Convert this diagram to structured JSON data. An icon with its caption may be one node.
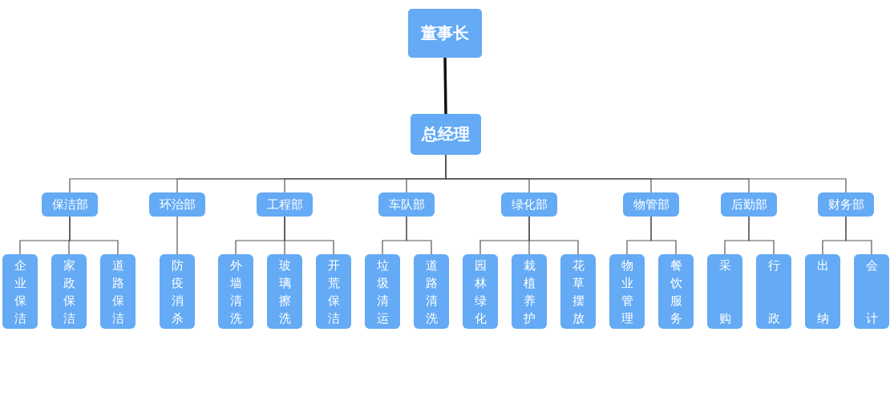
{
  "diagram": {
    "nodes": [
      {
        "text": [
          "董事长"
        ]
      },
      {
        "text": [
          "总经理"
        ]
      },
      {
        "text": [
          "保洁部"
        ]
      },
      {
        "text": [
          "环治部"
        ]
      },
      {
        "text": [
          "工程部"
        ]
      },
      {
        "text": [
          "车队部"
        ]
      },
      {
        "text": [
          "绿化部"
        ]
      },
      {
        "text": [
          "物管部"
        ]
      },
      {
        "text": [
          "后勤部"
        ]
      },
      {
        "text": [
          "财务部"
        ]
      },
      {
        "text": [
          "企业保洁"
        ]
      },
      {
        "text": [
          "家政保洁"
        ]
      },
      {
        "text": [
          "道路保洁"
        ]
      },
      {
        "text": [
          "防疫消杀"
        ]
      },
      {
        "text": [
          "外墙清洗"
        ]
      },
      {
        "text": [
          "玻璃擦洗"
        ]
      },
      {
        "text": [
          "开荒保洁"
        ]
      },
      {
        "text": [
          "垃圾清运"
        ]
      },
      {
        "text": [
          "道路清洗"
        ]
      },
      {
        "text": [
          "园林绿化"
        ]
      },
      {
        "text": [
          "栽植养护"
        ]
      },
      {
        "text": [
          "花草摆放"
        ]
      },
      {
        "text": [
          "物业管理"
        ]
      },
      {
        "text": [
          "餐饮服务"
        ]
      },
      {
        "text": [
          "采购"
        ]
      },
      {
        "text": [
          "行政"
        ]
      },
      {
        "text": [
          "出纳"
        ]
      },
      {
        "text": [
          "会计"
        ]
      }
    ],
    "edges": [
      {
        "from": 0,
        "to": 1,
        "arrow": "none",
        "style": "thick"
      },
      {
        "from": 1,
        "to": 2,
        "arrow": "none"
      },
      {
        "from": 1,
        "to": 3,
        "arrow": "none"
      },
      {
        "from": 1,
        "to": 4,
        "arrow": "none"
      },
      {
        "from": 1,
        "to": 5,
        "arrow": "none"
      },
      {
        "from": 1,
        "to": 6,
        "arrow": "none"
      },
      {
        "from": 1,
        "to": 7,
        "arrow": "none"
      },
      {
        "from": 1,
        "to": 8,
        "arrow": "none"
      },
      {
        "from": 1,
        "to": 9,
        "arrow": "none"
      },
      {
        "from": 2,
        "to": 10,
        "arrow": "none"
      },
      {
        "from": 2,
        "to": 11,
        "arrow": "none"
      },
      {
        "from": 2,
        "to": 12,
        "arrow": "none"
      },
      {
        "from": 3,
        "to": 13,
        "arrow": "none"
      },
      {
        "from": 4,
        "to": 14,
        "arrow": "none"
      },
      {
        "from": 4,
        "to": 15,
        "arrow": "none"
      },
      {
        "from": 4,
        "to": 16,
        "arrow": "none"
      },
      {
        "from": 5,
        "to": 17,
        "arrow": "none"
      },
      {
        "from": 5,
        "to": 18,
        "arrow": "none"
      },
      {
        "from": 6,
        "to": 19,
        "arrow": "none"
      },
      {
        "from": 6,
        "to": 20,
        "arrow": "none"
      },
      {
        "from": 6,
        "to": 21,
        "arrow": "none"
      },
      {
        "from": 7,
        "to": 22,
        "arrow": "none"
      },
      {
        "from": 7,
        "to": 23,
        "arrow": "none"
      },
      {
        "from": 8,
        "to": 24,
        "arrow": "none"
      },
      {
        "from": 8,
        "to": 25,
        "arrow": "none"
      },
      {
        "from": 9,
        "to": 26,
        "arrow": "none"
      },
      {
        "from": 9,
        "to": 27,
        "arrow": "none"
      }
    ]
  }
}
